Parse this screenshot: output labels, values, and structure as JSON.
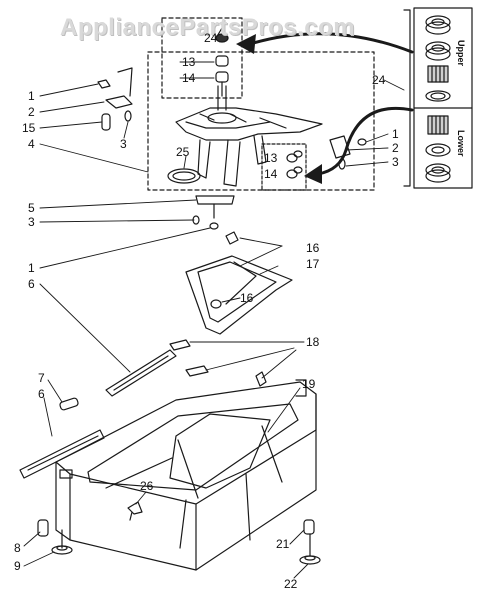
{
  "watermark": "AppliancePartsPros.com",
  "bearing_groups": {
    "upper": "Upper",
    "lower": "Lower"
  },
  "callouts": {
    "c1a": "1",
    "c2a": "2",
    "c15": "15",
    "c3a": "3",
    "c4": "4",
    "c25": "25",
    "c13a": "13",
    "c14a": "14",
    "c24top": "24",
    "c24": "24",
    "c1b": "1",
    "c2b": "2",
    "c3b": "3",
    "c13b": "13",
    "c14b": "14",
    "c5": "5",
    "c3c": "3",
    "c1c": "1",
    "c6a": "6",
    "c16a": "16",
    "c17": "17",
    "c16b": "16",
    "c18": "18",
    "c7": "7",
    "c6b": "6",
    "c19": "19",
    "c26": "26",
    "c8": "8",
    "c9": "9",
    "c21": "21",
    "c22": "22"
  },
  "colors": {
    "line": "#1a1a1a",
    "watermark": "#d9d9d9",
    "background": "#ffffff"
  }
}
